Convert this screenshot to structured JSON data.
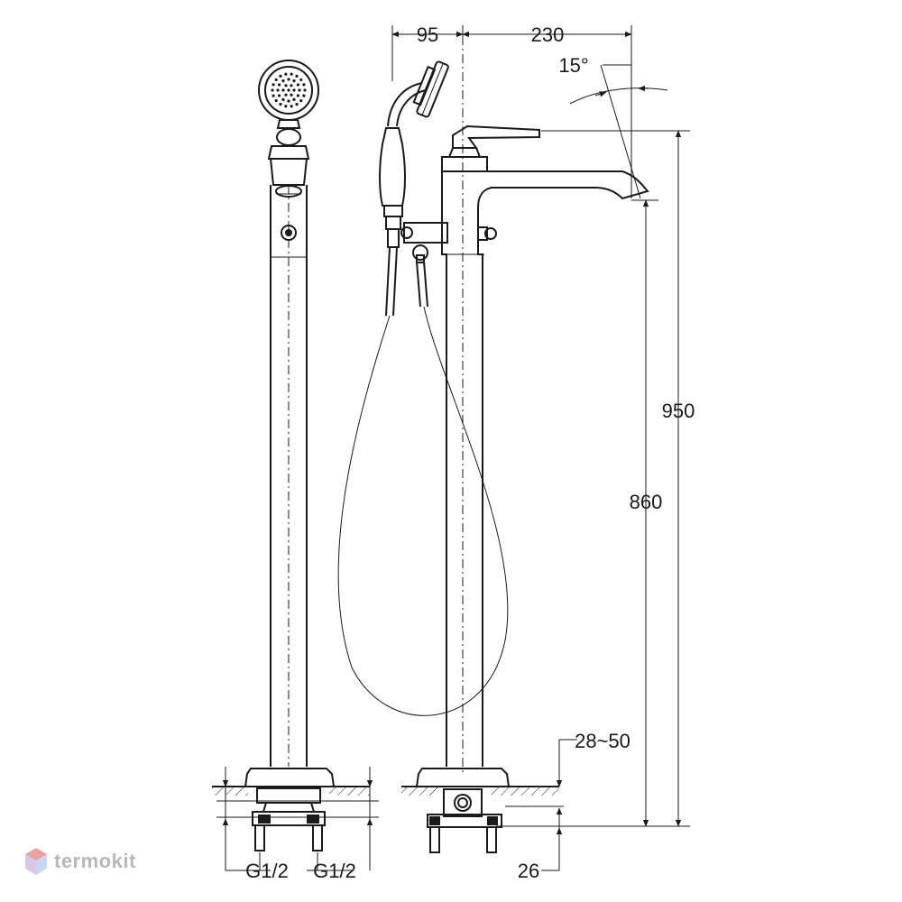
{
  "dimensions": {
    "d95": "95",
    "d230": "230",
    "angle": "15°",
    "d950": "950",
    "d860": "860",
    "d28_50": "28~50",
    "d26": "26",
    "thread_left": "G1/2",
    "thread_right": "G1/2"
  },
  "watermark": {
    "text": "termokit"
  }
}
